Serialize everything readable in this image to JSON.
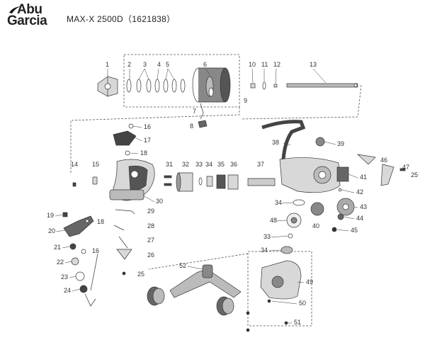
{
  "brand": {
    "line1": "Abu",
    "line2": "Garcia"
  },
  "model_title": "MAX-X 2500D（1621838）",
  "colors": {
    "ink": "#333333",
    "dashed": "#555555",
    "part_fill": "#d8d8d8",
    "dark_fill": "#444444"
  },
  "part_labels": {
    "p1": "1",
    "p2": "2",
    "p3": "3",
    "p4": "4",
    "p5": "5",
    "p6": "6",
    "p7": "7",
    "p8": "8",
    "p9": "9",
    "p10": "10",
    "p11": "11",
    "p12": "12",
    "p13": "13",
    "p14": "14",
    "p15": "15",
    "p16a": "16",
    "p16b": "16",
    "p17": "17",
    "p18a": "18",
    "p18b": "18",
    "p19": "19",
    "p20": "20",
    "p21": "21",
    "p22": "22",
    "p23": "23",
    "p24": "24",
    "p25a": "25",
    "p25b": "25",
    "p26": "26",
    "p27": "27",
    "p28": "28",
    "p29": "29",
    "p30": "30",
    "p31": "31",
    "p32": "32",
    "p33a": "33",
    "p33b": "33",
    "p34a": "34",
    "p34b": "34",
    "p34c": "34",
    "p35": "35",
    "p36": "36",
    "p37": "37",
    "p38": "38",
    "p39": "39",
    "p40": "40",
    "p41": "41",
    "p42": "42",
    "p43": "43",
    "p44": "44",
    "p45": "45",
    "p46": "46",
    "p47": "47",
    "p48": "48",
    "p49": "49",
    "p50": "50",
    "p51": "51",
    "p52": "52"
  }
}
